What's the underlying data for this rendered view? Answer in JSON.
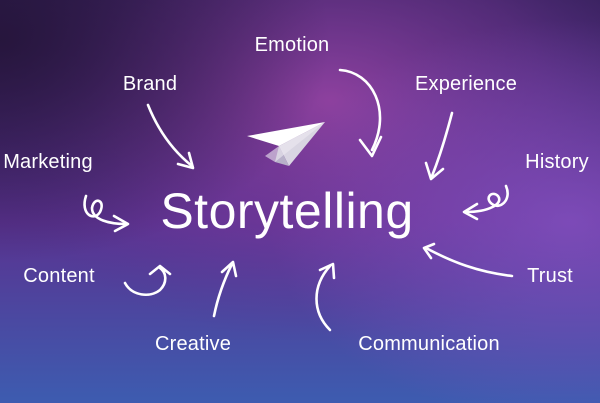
{
  "diagram": {
    "central_term": "Storytelling",
    "concepts": [
      {
        "label": "Emotion"
      },
      {
        "label": "Brand"
      },
      {
        "label": "Experience"
      },
      {
        "label": "Marketing"
      },
      {
        "label": "History"
      },
      {
        "label": "Content"
      },
      {
        "label": "Trust"
      },
      {
        "label": "Creative"
      },
      {
        "label": "Communication"
      }
    ]
  },
  "icons": {
    "central": "paper-plane-icon"
  },
  "colors": {
    "background_top_left": "#2e1a4f",
    "background_center": "#8a3d9e",
    "background_right": "#7a4db8",
    "background_bottom": "#3d5fb0",
    "text": "#ffffff",
    "plane_light": "#ffffff",
    "plane_shadow": "#c9c4d6"
  }
}
